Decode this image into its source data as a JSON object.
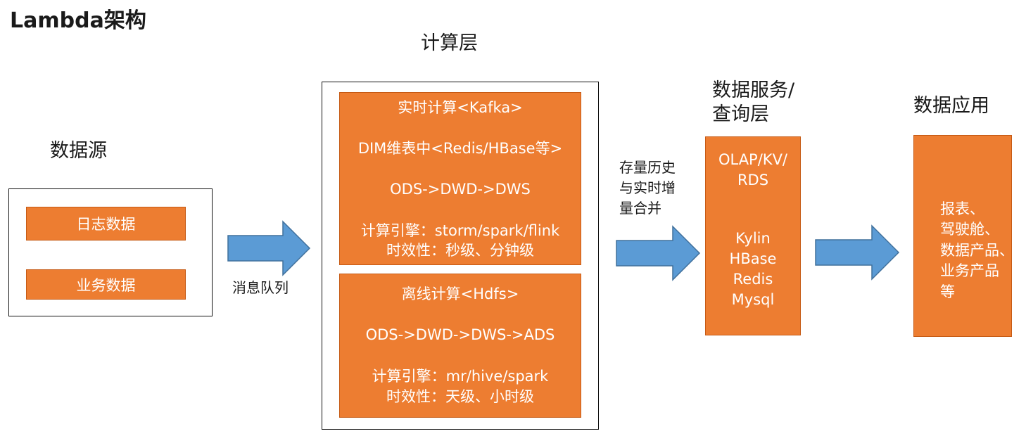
{
  "title": "Lambda架构",
  "colors": {
    "box_fill": "#ED7D31",
    "box_border": "#C65A14",
    "arrow_fill": "#5B9BD5",
    "arrow_border": "#41719C"
  },
  "data_source": {
    "heading": "数据源",
    "items": [
      "日志数据",
      "业务数据"
    ]
  },
  "edge_queue": {
    "label": "消息队列"
  },
  "compute_layer": {
    "heading": "计算层",
    "realtime": {
      "title": "实时计算<Kafka>",
      "dim": "DIM维表中<Redis/HBase等>",
      "flow": "ODS->DWD->DWS",
      "engine": "计算引擎：storm/spark/flink",
      "timeliness": "时效性：秒级、分钟级"
    },
    "offline": {
      "title": "离线计算<Hdfs>",
      "flow": "ODS->DWD->DWS->ADS",
      "engine": "计算引擎：mr/hive/spark",
      "timeliness": "时效性：天级、小时级"
    }
  },
  "edge_merge": {
    "lines": [
      "存量历史",
      "与实时增",
      "量合并"
    ]
  },
  "serving_layer": {
    "heading_lines": [
      "数据服务/",
      "查询层"
    ],
    "storage_top": [
      "OLAP/KV/",
      "RDS"
    ],
    "storage_bottom": [
      "Kylin",
      "HBase",
      "Redis",
      "Mysql"
    ]
  },
  "application": {
    "heading": "数据应用",
    "items": [
      "报表、",
      "驾驶舱、",
      "数据产品、",
      "业务产品",
      "等"
    ]
  }
}
